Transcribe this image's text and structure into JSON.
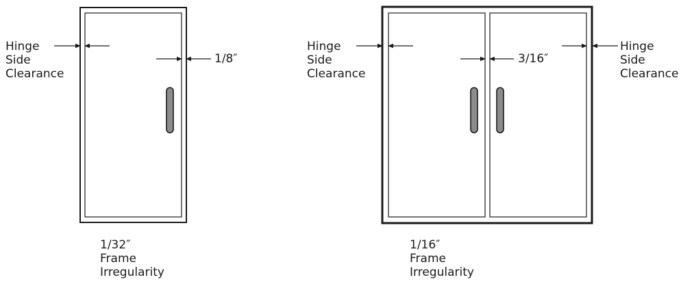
{
  "colors": {
    "stroke": "#1a1a1a",
    "handle_fill": "#8c8c8c",
    "background": "#ffffff"
  },
  "single_door": {
    "hinge_label": [
      "Hinge",
      "Side",
      "Clearance"
    ],
    "edge_clearance": "1/8″",
    "frame_label": [
      "1/32″",
      "Frame",
      "Irregularity"
    ]
  },
  "double_door": {
    "hinge_label_left": [
      "Hinge",
      "Side",
      "Clearance"
    ],
    "center_clearance": "3/16″",
    "hinge_label_right": [
      "Hinge",
      "Side",
      "Clearance"
    ],
    "frame_label": [
      "1/16″",
      "Frame",
      "Irregularity"
    ]
  }
}
